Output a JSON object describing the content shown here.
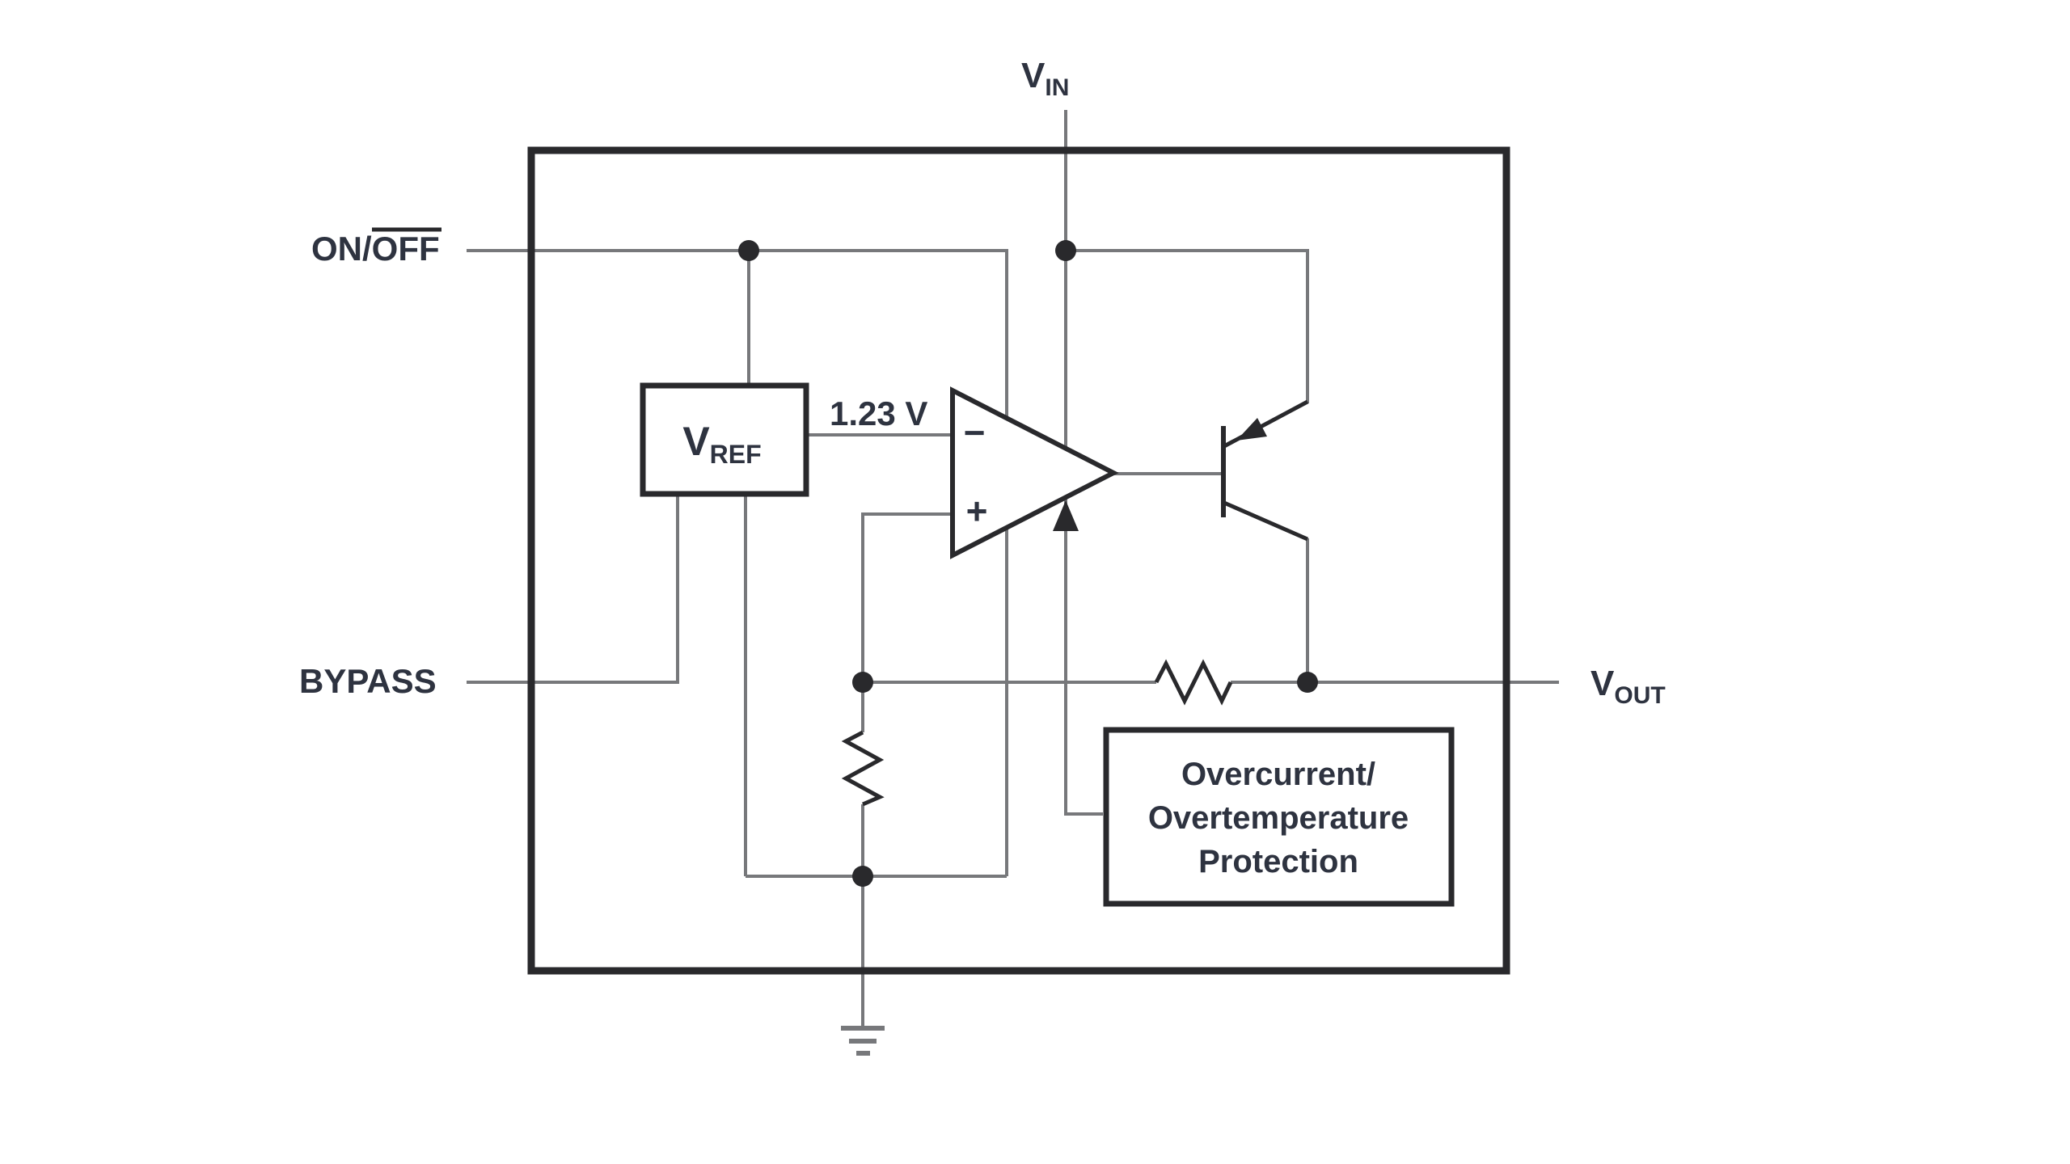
{
  "diagram": {
    "pins": {
      "vin": {
        "letter": "V",
        "subscript": "IN"
      },
      "on_off": {
        "label": "ON/OFF"
      },
      "bypass": {
        "label": "BYPASS"
      },
      "vout": {
        "letter": "V",
        "subscript": "OUT"
      }
    },
    "reference": {
      "block_letter": "V",
      "block_subscript": "REF",
      "output_voltage": "1.23 V"
    },
    "error_amp": {
      "inverting_input": "−",
      "noninverting_input": "+"
    },
    "protection_block": {
      "line1": "Overcurrent/",
      "line2": "Overtemperature",
      "line3": "Protection"
    },
    "colors": {
      "background": "#ffffff",
      "wire": "#77787b",
      "component": "#29292c",
      "text": "#2e3340"
    }
  }
}
